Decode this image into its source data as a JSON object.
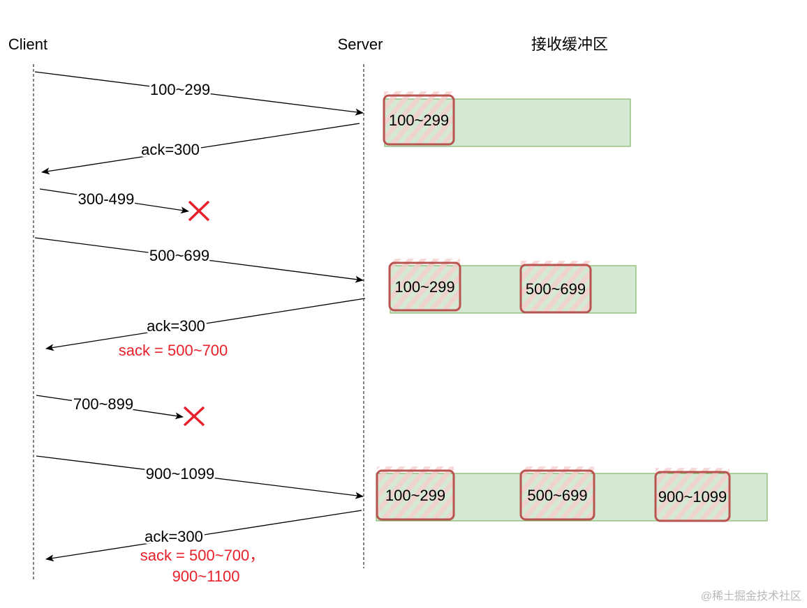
{
  "headers": {
    "client": "Client",
    "server": "Server",
    "buffer": "接收缓冲区"
  },
  "messages": [
    {
      "label": "100~299",
      "direction": "client-to-server",
      "lost": false
    },
    {
      "label": "ack=300",
      "direction": "server-to-client",
      "lost": false
    },
    {
      "label": "300-499",
      "direction": "client-to-server",
      "lost": true
    },
    {
      "label": "500~699",
      "direction": "client-to-server",
      "lost": false
    },
    {
      "label": "ack=300",
      "sack": "sack = 500~700",
      "direction": "server-to-client",
      "lost": false
    },
    {
      "label": "700~899",
      "direction": "client-to-server",
      "lost": true
    },
    {
      "label": "900~1099",
      "direction": "client-to-server",
      "lost": false
    },
    {
      "label": "ack=300",
      "sack": "sack = 500~700，",
      "sack2": "900~1100",
      "direction": "server-to-client",
      "lost": false
    }
  ],
  "buffers": [
    {
      "segments": [
        "100~299"
      ]
    },
    {
      "segments": [
        "100~299",
        "500~699"
      ]
    },
    {
      "segments": [
        "100~299",
        "500~699",
        "900~1099"
      ]
    }
  ],
  "watermark": "@稀土掘金技术社区",
  "colors": {
    "buffer_fill": "#d5e8d4",
    "buffer_stroke": "#82b366",
    "segment_stroke": "#b85450",
    "hatch": "#f8cecc",
    "sack": "#e8202a",
    "lost": "#e8202a"
  }
}
